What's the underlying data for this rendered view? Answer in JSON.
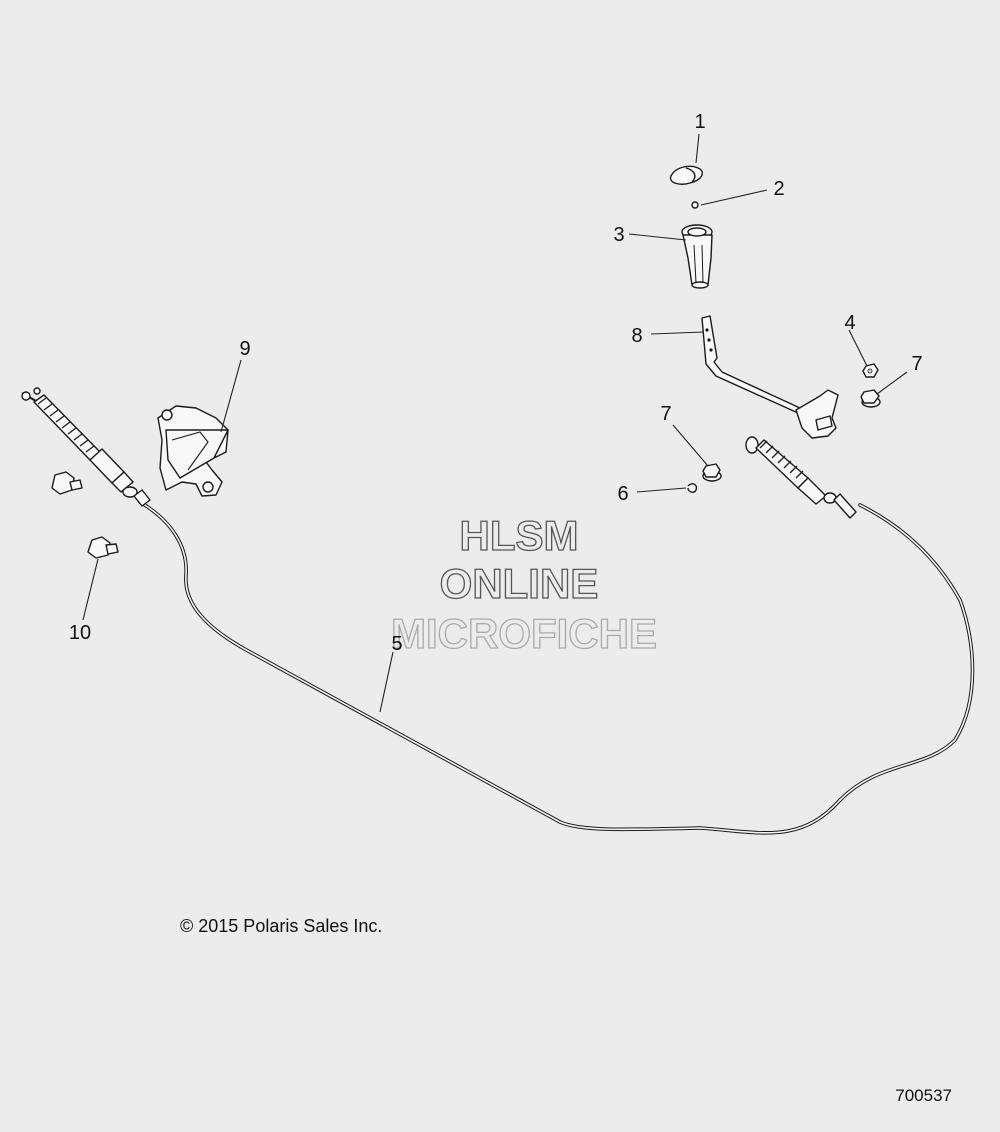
{
  "diagram": {
    "callouts": [
      {
        "id": "c1",
        "text": "1"
      },
      {
        "id": "c2",
        "text": "2"
      },
      {
        "id": "c3",
        "text": "3"
      },
      {
        "id": "c4",
        "text": "4"
      },
      {
        "id": "c5",
        "text": "5"
      },
      {
        "id": "c6",
        "text": "6"
      },
      {
        "id": "c7a",
        "text": "7"
      },
      {
        "id": "c7b",
        "text": "7"
      },
      {
        "id": "c8",
        "text": "8"
      },
      {
        "id": "c9",
        "text": "9"
      },
      {
        "id": "c10",
        "text": "10"
      }
    ],
    "watermark": {
      "line1": "HLSM",
      "line2": "ONLINE",
      "line3": "MICROFICHE"
    },
    "copyright": "© 2015 Polaris Sales Inc.",
    "drawing_number": "700537"
  },
  "colors": {
    "background": "#ececec",
    "line": "#1a1a1a"
  }
}
